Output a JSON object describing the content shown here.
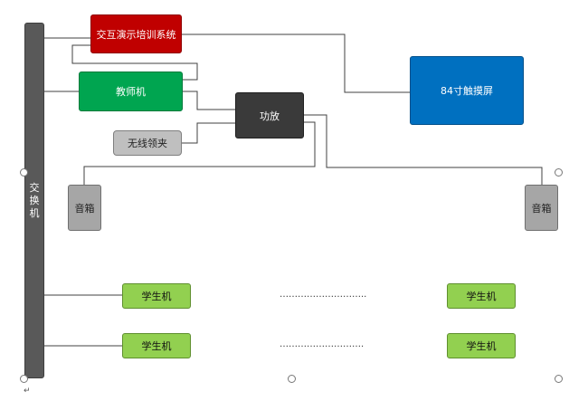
{
  "nodes": {
    "switch": "交换机",
    "training_system": "交互演示培训系统",
    "teacher_pc": "教师机",
    "amplifier": "功放",
    "wireless_clip": "无线领夹",
    "touch_screen": "84寸触摸屏",
    "speaker_left": "音箱",
    "speaker_right": "音箱",
    "student_1_left": "学生机",
    "student_2_left": "学生机",
    "student_1_right": "学生机",
    "student_2_right": "学生机"
  },
  "ellipsis": {
    "row1": "………………………..",
    "row2": "………………………."
  },
  "paragraph_mark": "↵",
  "colors": {
    "switch": "#595959",
    "training_system": "#c00000",
    "teacher_pc": "#00a550",
    "amplifier": "#3a3a3a",
    "touch_screen": "#0070c0",
    "wireless_clip": "#bfbfbf",
    "speaker": "#a6a6a6",
    "student": "#92d050",
    "connector": "#404040"
  }
}
